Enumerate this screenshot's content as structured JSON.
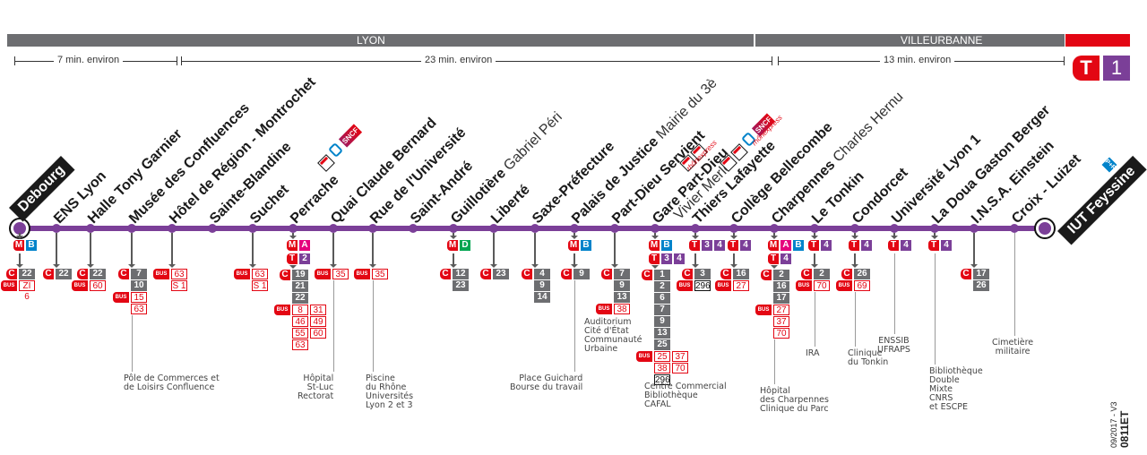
{
  "zones": [
    {
      "label": "LYON"
    },
    {
      "label": "VILLEURBANNE"
    }
  ],
  "durations": [
    {
      "label": "7 min. environ"
    },
    {
      "label": "23 min. environ"
    },
    {
      "label": "13 min. environ"
    }
  ],
  "line_badge": {
    "mode": "T",
    "number": "1",
    "mode_color": "#e30613",
    "line_color": "#7b3f98"
  },
  "colors": {
    "line": "#7b3f98",
    "metro": "#e30613",
    "metro_A": "#e5007d",
    "metro_B": "#0083ca",
    "metro_D": "#00a551",
    "chrono": "#6d6e71",
    "bus": "#e30613"
  },
  "stops": [
    {
      "name": "Debourg",
      "terminus": true,
      "connections": [
        [
          "M",
          "B"
        ]
      ],
      "lines": [
        {
          "mode": "C",
          "nums": [
            "22"
          ]
        },
        {
          "mode": "BUS",
          "nums": [
            "ZI 6"
          ]
        }
      ],
      "poi": ""
    },
    {
      "name": "ENS Lyon",
      "connections": [],
      "lines": [
        {
          "mode": "C",
          "nums": [
            "22"
          ]
        }
      ],
      "poi": ""
    },
    {
      "name": "Halle Tony Garnier",
      "connections": [],
      "lines": [
        {
          "mode": "C",
          "nums": [
            "22"
          ]
        },
        {
          "mode": "BUS",
          "nums": [
            "60"
          ]
        }
      ],
      "poi": ""
    },
    {
      "name": "Musée des Confluences",
      "connections": [],
      "lines": [
        {
          "mode": "C",
          "nums": [
            "7",
            "10"
          ]
        },
        {
          "mode": "BUS",
          "nums": [
            "15",
            "63"
          ]
        }
      ],
      "poi": "Pôle de Commerces et\nde Loisirs Confluence"
    },
    {
      "name": "Hôtel de Région - Montrochet",
      "connections": [],
      "lines": [
        {
          "mode": "BUS",
          "nums": [
            "63",
            "S 1"
          ]
        }
      ],
      "poi": ""
    },
    {
      "name": "Sainte-Blandine",
      "connections": [],
      "lines": [],
      "poi": ""
    },
    {
      "name": "Suchet",
      "connections": [],
      "lines": [
        {
          "mode": "BUS",
          "nums": [
            "63",
            "S 1"
          ]
        }
      ],
      "poi": ""
    },
    {
      "name": "Perrache",
      "services": [
        "parking",
        "train",
        "sncf"
      ],
      "connections": [
        [
          "M",
          "A"
        ],
        [
          "T",
          "2"
        ]
      ],
      "lines": [
        {
          "mode": "C",
          "nums": [
            "19",
            "21",
            "22"
          ]
        },
        {
          "mode": "BUS",
          "nums": [
            "8",
            "31",
            "46",
            "49",
            "55",
            "60",
            "63"
          ]
        }
      ],
      "poi": ""
    },
    {
      "name": "Quai Claude Bernard",
      "connections": [],
      "lines": [
        {
          "mode": "BUS",
          "nums": [
            "35"
          ]
        }
      ],
      "poi": "Hôpital\nSt-Luc\nRectorat"
    },
    {
      "name": "Rue de l'Université",
      "connections": [],
      "lines": [
        {
          "mode": "BUS",
          "nums": [
            "35"
          ]
        }
      ],
      "poi": "Piscine\ndu Rhône\nUniversités\nLyon 2 et 3"
    },
    {
      "name": "Saint-André",
      "connections": [],
      "lines": [],
      "poi": ""
    },
    {
      "name": "Guillotière",
      "subname": "Gabriel Péri",
      "connections": [
        [
          "M",
          "D"
        ]
      ],
      "lines": [
        {
          "mode": "C",
          "nums": [
            "12",
            "23"
          ]
        }
      ],
      "poi": ""
    },
    {
      "name": "Liberté",
      "connections": [],
      "lines": [
        {
          "mode": "C",
          "nums": [
            "23"
          ]
        }
      ],
      "poi": ""
    },
    {
      "name": "Saxe-Préfecture",
      "connections": [],
      "lines": [
        {
          "mode": "C",
          "nums": [
            "4",
            "9",
            "14"
          ]
        }
      ],
      "poi": ""
    },
    {
      "name": "Palais de Justice",
      "subname": "Mairie du 3è",
      "connections": [
        [
          "M",
          "B"
        ]
      ],
      "lines": [
        {
          "mode": "C",
          "nums": [
            "9"
          ]
        }
      ],
      "poi": "Place Guichard\nBourse du travail"
    },
    {
      "name": "Part-Dieu Servient",
      "connections": [],
      "lines": [
        {
          "mode": "C",
          "nums": [
            "7",
            "9",
            "13"
          ]
        },
        {
          "mode": "BUS",
          "nums": [
            "38"
          ]
        }
      ],
      "poi": "Auditorium\nCité d'État\nCommunauté\nUrbaine"
    },
    {
      "name": "Gare Part-Dieu",
      "subname": "Vivier Merle",
      "services": [
        "parking",
        "parking2",
        "rhonexpress"
      ],
      "connections": [
        [
          "M",
          "B"
        ],
        [
          "T",
          "3",
          "4"
        ]
      ],
      "lines": [
        {
          "mode": "C",
          "nums": [
            "1",
            "2",
            "6",
            "7",
            "9",
            "13",
            "25"
          ]
        },
        {
          "mode": "BUS",
          "nums": [
            "25",
            "37",
            "38",
            "70",
            "296"
          ]
        }
      ],
      "poi": "Centre Commercial\nBibliothèque\nCAFAL"
    },
    {
      "name": "Thiers Lafayette",
      "services": [
        "parking",
        "parking2",
        "train",
        "sncf",
        "rhonexpress"
      ],
      "connections": [
        [
          "T",
          "3",
          "4"
        ]
      ],
      "lines": [
        {
          "mode": "C",
          "nums": [
            "3"
          ]
        },
        {
          "mode": "BUS",
          "nums": [
            "296"
          ]
        }
      ],
      "poi": ""
    },
    {
      "name": "Collège Bellecombe",
      "connections": [
        [
          "T",
          "4"
        ]
      ],
      "lines": [
        {
          "mode": "C",
          "nums": [
            "16"
          ]
        },
        {
          "mode": "BUS",
          "nums": [
            "27"
          ]
        }
      ],
      "poi": ""
    },
    {
      "name": "Charpennes",
      "subname": "Charles Hernu",
      "connections": [
        [
          "M",
          "A",
          "B"
        ],
        [
          "T",
          "4"
        ]
      ],
      "lines": [
        {
          "mode": "C",
          "nums": [
            "2",
            "16",
            "17"
          ]
        },
        {
          "mode": "BUS",
          "nums": [
            "27",
            "37",
            "70"
          ]
        }
      ],
      "poi": "Hôpital\ndes Charpennes\nClinique du Parc"
    },
    {
      "name": "Le Tonkin",
      "connections": [
        [
          "T",
          "4"
        ]
      ],
      "lines": [
        {
          "mode": "C",
          "nums": [
            "2"
          ]
        },
        {
          "mode": "BUS",
          "nums": [
            "70"
          ]
        }
      ],
      "poi": "IRA"
    },
    {
      "name": "Condorcet",
      "connections": [
        [
          "T",
          "4"
        ]
      ],
      "lines": [
        {
          "mode": "C",
          "nums": [
            "26"
          ]
        },
        {
          "mode": "BUS",
          "nums": [
            "69"
          ]
        }
      ],
      "poi": "Clinique\ndu Tonkin"
    },
    {
      "name": "Université Lyon 1",
      "connections": [
        [
          "T",
          "4"
        ]
      ],
      "lines": [],
      "poi": "ENSSIB\nUFRAPS"
    },
    {
      "name": "La Doua Gaston Berger",
      "connections": [
        [
          "T",
          "4"
        ]
      ],
      "lines": [],
      "poi": "Bibliothèque\nDouble\nMixte\nCNRS\net ESCPE"
    },
    {
      "name": "I.N.S.A. Einstein",
      "connections": [],
      "lines": [
        {
          "mode": "C",
          "nums": [
            "17",
            "26"
          ]
        }
      ],
      "poi": ""
    },
    {
      "name": "Croix - Luizet",
      "connections": [],
      "lines": [],
      "poi": "Cimetière\nmilitaire"
    },
    {
      "name": "IUT Feyssine",
      "terminus": true,
      "services": [
        "park-and-ride"
      ],
      "connections": [],
      "lines": [],
      "poi": ""
    }
  ],
  "footer": {
    "date": "09/2017 - V3",
    "code": "0811ET"
  }
}
